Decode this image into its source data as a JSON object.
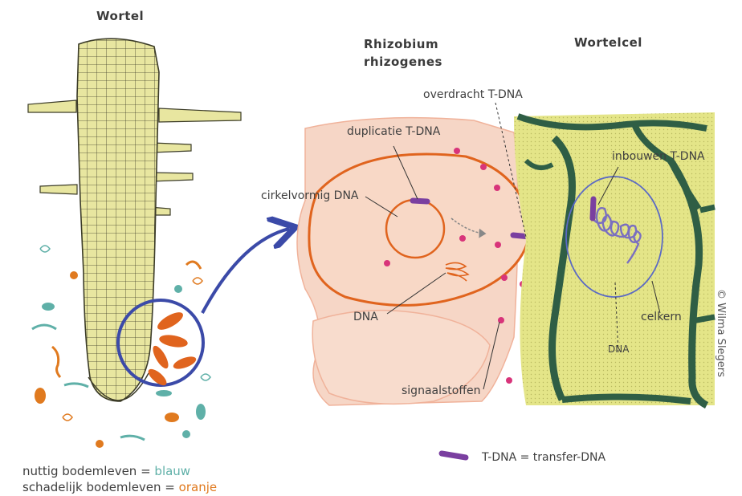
{
  "labels": {
    "root": "Wortel",
    "rhizobium": "Rhizobium\nrhizogenes",
    "root_cell": "Wortelcel",
    "transfer": "overdracht T-DNA",
    "duplication": "duplicatie T-DNA",
    "integration": "inbouwen T-DNA",
    "circular_dna": "cirkelvormig DNA",
    "dna_left": "DNA",
    "signal": "signaalstoffen",
    "nucleus": "celkern",
    "dna_right": "DNA"
  },
  "legend": {
    "tdna": "T-DNA = transfer-DNA",
    "useful_prefix": "nuttig bodemleven = ",
    "useful_color_word": "blauw",
    "harmful_prefix": "schadelijk bodemleven = ",
    "harmful_color_word": "oranje"
  },
  "credit": "© Wilma Slegers",
  "colors": {
    "root_fill": "#e8e6a0",
    "root_lines": "#3c3c28",
    "bacteria_fill": "#f6d6c6",
    "bacteria_outline": "#e0641e",
    "cell_fill": "#e4e588",
    "cell_wall": "#2f5e45",
    "nucleus_ring": "#5b6ac4",
    "tdna_purple": "#7a3fa0",
    "signal_pink": "#d8347a",
    "arrow_blue": "#3b4aa8",
    "useful_blue": "#5fb0a8",
    "harmful_orange": "#e07a1f"
  }
}
